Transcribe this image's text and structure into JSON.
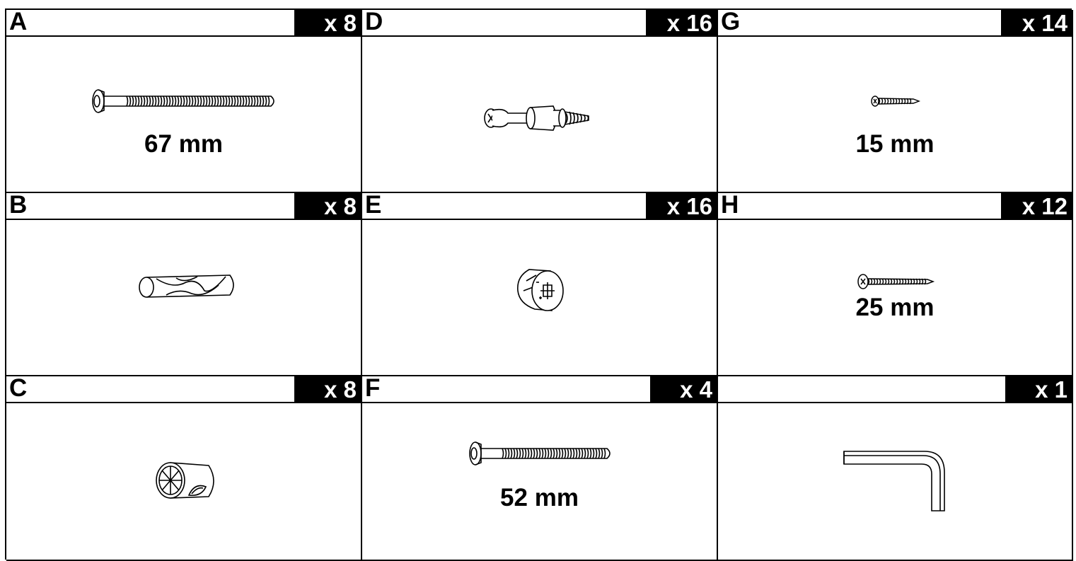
{
  "parts": [
    {
      "letter": "A",
      "qty": "x 8",
      "size": "67 mm",
      "icon": "long-hex-bolt-icon"
    },
    {
      "letter": "D",
      "qty": "x 16",
      "size": "",
      "icon": "cam-bolt-dowel-icon"
    },
    {
      "letter": "G",
      "qty": "x 14",
      "size": "15 mm",
      "icon": "short-screw-icon"
    },
    {
      "letter": "B",
      "qty": "x 8",
      "size": "",
      "icon": "wood-dowel-icon"
    },
    {
      "letter": "E",
      "qty": "x 16",
      "size": "",
      "icon": "cam-lock-icon"
    },
    {
      "letter": "H",
      "qty": "x 12",
      "size": "25 mm",
      "icon": "wood-screw-icon"
    },
    {
      "letter": "C",
      "qty": "x 8",
      "size": "",
      "icon": "barrel-nut-icon"
    },
    {
      "letter": "F",
      "qty": "x 4",
      "size": "52 mm",
      "icon": "medium-hex-bolt-icon"
    },
    {
      "letter": "",
      "qty": "x 1",
      "size": "",
      "icon": "allen-key-icon"
    }
  ]
}
